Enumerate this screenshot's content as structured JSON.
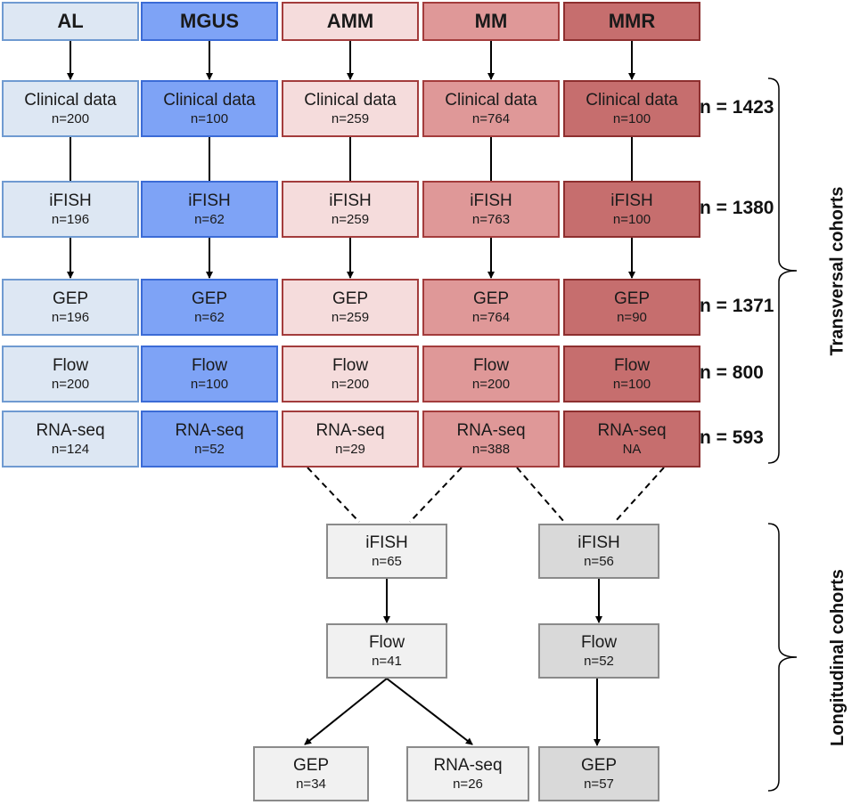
{
  "colors": {
    "AL": {
      "fill": "#dde7f3",
      "stroke": "#6f9ad1"
    },
    "MGUS": {
      "fill": "#7ea3f6",
      "stroke": "#3b6bd6"
    },
    "AMM": {
      "fill": "#f5dcdc",
      "stroke": "#a33c3c"
    },
    "MM": {
      "fill": "#df9898",
      "stroke": "#a33c3c"
    },
    "MMR": {
      "fill": "#c66e6e",
      "stroke": "#8d2f2f"
    },
    "long1": {
      "fill": "#f1f1f1",
      "stroke": "#8a8a8a"
    },
    "long2": {
      "fill": "#d9d9d9",
      "stroke": "#8a8a8a"
    }
  },
  "headers": [
    "AL",
    "MGUS",
    "AMM",
    "MM",
    "MMR"
  ],
  "transversal": {
    "rows": [
      {
        "label": "Clinical data",
        "values": [
          "n=200",
          "n=100",
          "n=259",
          "n=764",
          "n=100"
        ],
        "total": "n = 1423"
      },
      {
        "label": "iFISH",
        "values": [
          "n=196",
          "n=62",
          "n=259",
          "n=763",
          "n=100"
        ],
        "total": "n = 1380"
      },
      {
        "label": "GEP",
        "values": [
          "n=196",
          "n=62",
          "n=259",
          "n=764",
          "n=90"
        ],
        "total": "n = 1371"
      },
      {
        "label": "Flow",
        "values": [
          "n=200",
          "n=100",
          "n=200",
          "n=200",
          "n=100"
        ],
        "total": "n = 800"
      },
      {
        "label": "RNA-seq",
        "values": [
          "n=124",
          "n=52",
          "n=29",
          "n=388",
          "NA"
        ],
        "total": "n = 593"
      }
    ],
    "brace_label": "Transversal cohorts"
  },
  "longitudinal": {
    "left": [
      {
        "label": "iFISH",
        "value": "n=65"
      },
      {
        "label": "Flow",
        "value": "n=41"
      },
      {
        "label": "GEP",
        "value": "n=34"
      },
      {
        "label": "RNA-seq",
        "value": "n=26"
      }
    ],
    "right": [
      {
        "label": "iFISH",
        "value": "n=56"
      },
      {
        "label": "Flow",
        "value": "n=52"
      },
      {
        "label": "GEP",
        "value": "n=57"
      }
    ],
    "brace_label": "Longitudinal cohorts"
  }
}
